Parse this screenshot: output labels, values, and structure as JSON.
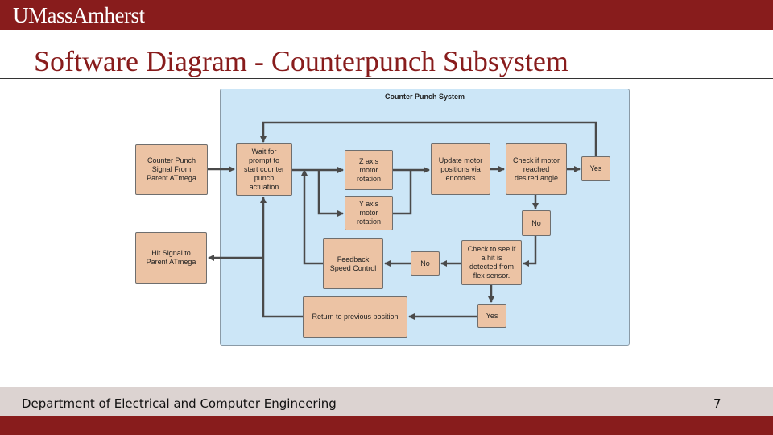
{
  "header": {
    "logo": "UMassAmherst"
  },
  "slide": {
    "title": "Software Diagram - Counterpunch Subsystem"
  },
  "diagram": {
    "panel_title": "Counter Punch System",
    "nodes": {
      "signal_in": "Counter Punch\nSignal From\nParent ATmega",
      "wait": "Wait for\nprompt to\nstart counter\npunch\nactuation",
      "z_axis": "Z axis\nmotor\nrotation",
      "y_axis": "Y axis\nmotor\nrotation",
      "update": "Update motor\npositions via\nencoders",
      "check_angle": "Check if motor\nreached\ndesired angle",
      "yes_top": "Yes",
      "no_right": "No",
      "check_hit": "Check to see if\na hit is\ndetected from\nflex sensor.",
      "no_mid": "No",
      "feedback": "Feedback\nSpeed Control",
      "yes_bottom": "Yes",
      "return": "Return to previous position",
      "hit_out": "Hit Signal to\nParent ATmega"
    }
  },
  "footer": {
    "department": "Department of Electrical and Computer Engineering",
    "page": "7"
  },
  "colors": {
    "brand": "#881c1c",
    "panel": "#cce6f7",
    "node": "#ecc3a4",
    "footer": "#dcd3d1"
  }
}
